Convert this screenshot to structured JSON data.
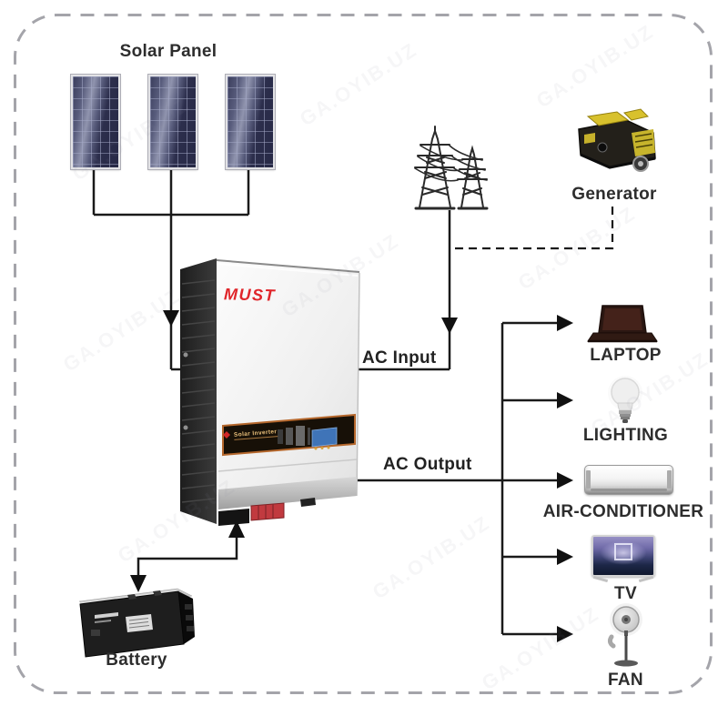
{
  "labels": {
    "solar_panel": "Solar Panel",
    "generator": "Generator",
    "ac_input": "AC Input",
    "ac_output": "AC Output",
    "laptop": "LAPTOP",
    "lighting": "LIGHTING",
    "air_conditioner": "AIR-CONDITIONER",
    "tv": "TV",
    "fan": "FAN",
    "battery": "Battery"
  },
  "inverter": {
    "brand": "MUST",
    "panel_text": "Solar Inverter"
  },
  "watermark": "GA.OYIB.UZ",
  "colors": {
    "wire": "#1a1a1a",
    "border_dash": "#a4a4aa",
    "brand_red": "#e0262b",
    "solar_panel_blue": "#2f3150",
    "generator_yellow": "#d8c12d",
    "lcd_blue": "#3f74b8"
  }
}
